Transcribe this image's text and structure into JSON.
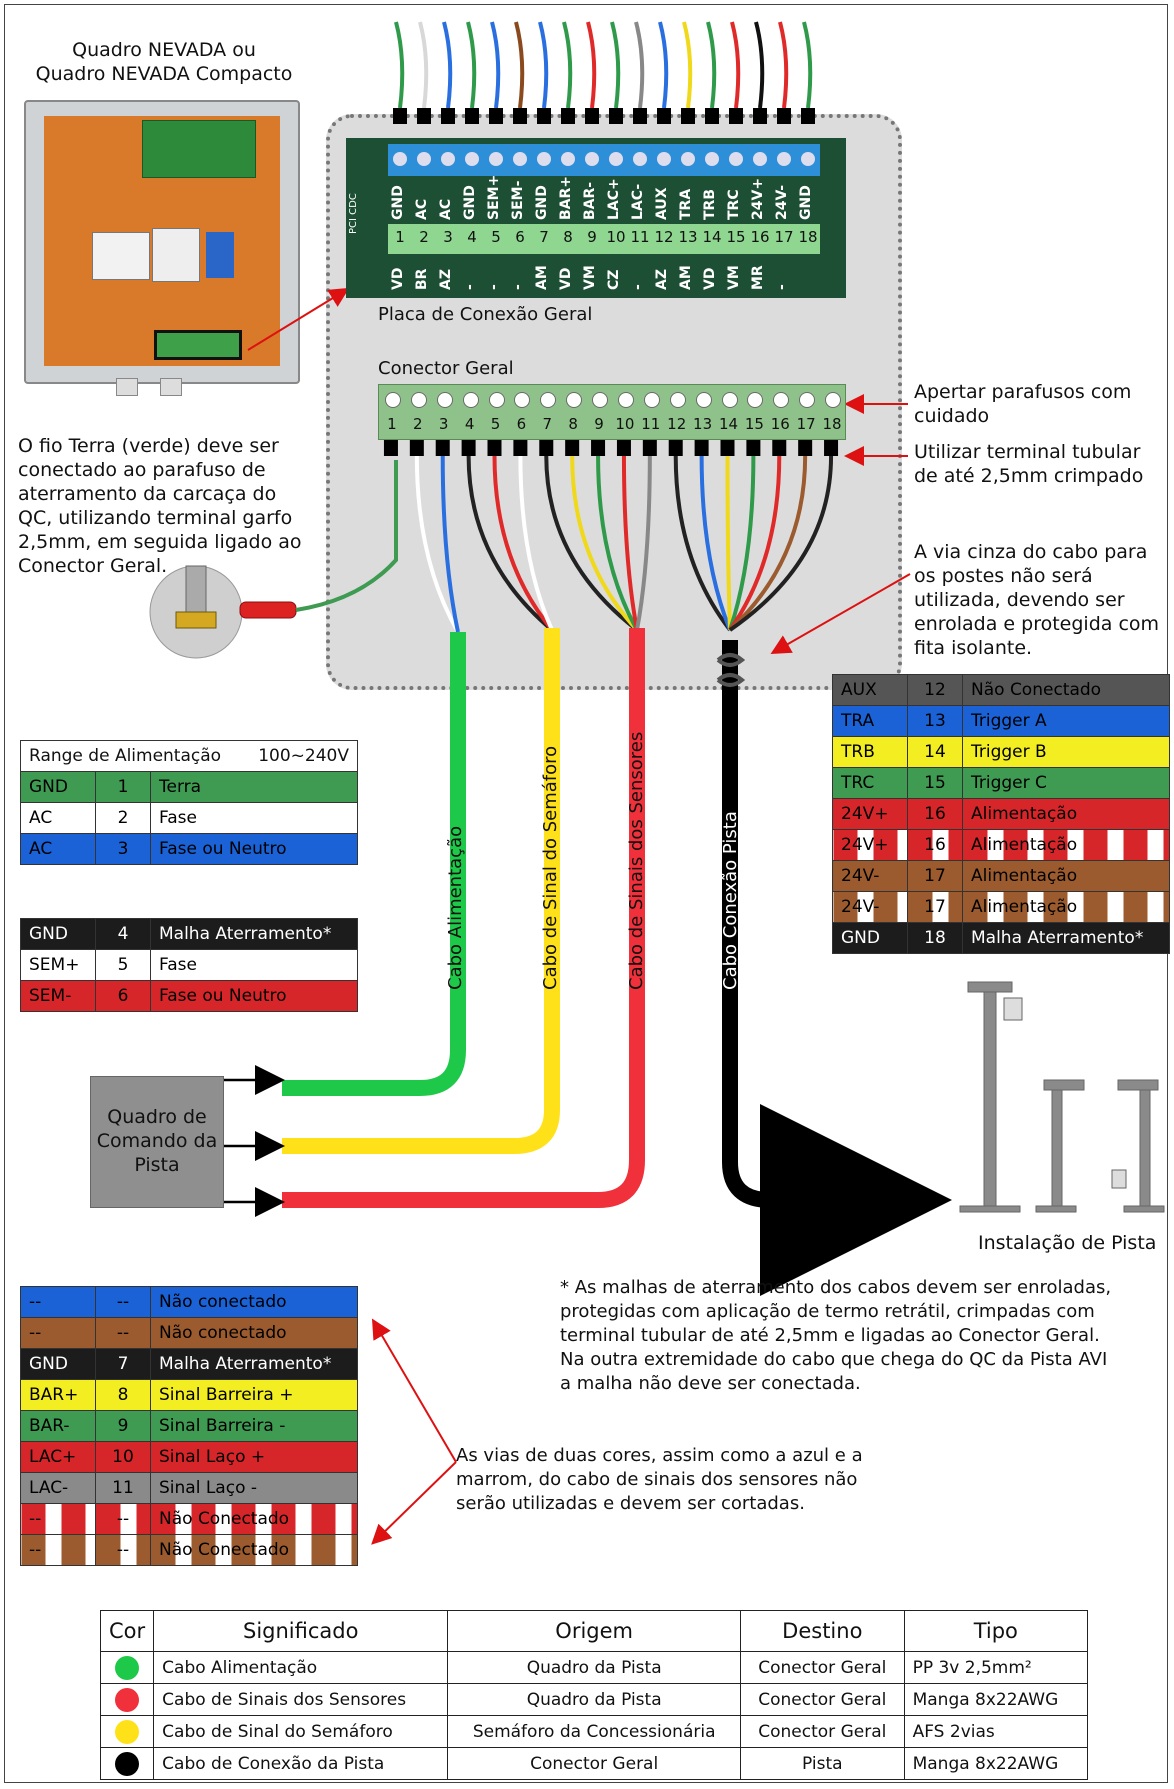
{
  "panel_title": "Quadro NEVADA ou\nQuadro NEVADA Compacto",
  "board": {
    "label": "Placa de Conexão Geral",
    "side_text": "PCI CDC",
    "top_labels": [
      "GND",
      "AC",
      "AC",
      "GND",
      "SEM+",
      "SEM-",
      "GND",
      "BAR+",
      "BAR-",
      "LAC+",
      "LAC-",
      "AUX",
      "TRA",
      "TRB",
      "TRC",
      "24V+",
      "24V-",
      "GND"
    ],
    "numbers": [
      "1",
      "2",
      "3",
      "4",
      "5",
      "6",
      "7",
      "8",
      "9",
      "10",
      "11",
      "12",
      "13",
      "14",
      "15",
      "16",
      "17",
      "18"
    ],
    "bottom_labels": [
      "VD",
      "BR",
      "AZ",
      "-",
      "-",
      "-",
      "AM",
      "VD",
      "VM",
      "CZ",
      "-",
      "AZ",
      "AM",
      "VD",
      "VM",
      "MR",
      "-",
      ""
    ]
  },
  "connector": {
    "label": "Conector Geral",
    "numbers": [
      "1",
      "2",
      "3",
      "4",
      "5",
      "6",
      "7",
      "8",
      "9",
      "10",
      "11",
      "12",
      "13",
      "14",
      "15",
      "16",
      "17",
      "18"
    ]
  },
  "notes": {
    "screws": "Apertar parafusos com\ncuidado",
    "terminal": "Utilizar terminal tubular\nde até 2,5mm crimpado",
    "ground": "O fio Terra (verde) deve ser\nconectado ao parafuso de\naterramento da carcaça do\nQC, utilizando terminal garfo\n2,5mm, em seguida ligado ao\nConector Geral.",
    "gray_wire": "A via cinza do cabo para\nos postes não será\nutilizada, devendo ser\nenrolada e protegida com\nfita isolante.",
    "mesh": "* As malhas de aterramento dos cabos devem ser enroladas,\nprotegidas com aplicação de termo retrátil, crimpadas com\nterminal tubular de até 2,5mm e ligadas ao Conector Geral.\nNa outra extremidade do cabo que chega do QC da Pista AVI\na malha não deve ser conectada.",
    "two_colors": "As vias de duas cores, assim como a azul e a\nmarrom, do cabo de sinais dos sensores não\nserão utilizadas e devem ser cortadas."
  },
  "cables": {
    "power": "Cabo Alimentação",
    "semaphore": "Cabo de Sinal do Semáforo",
    "sensors": "Cabo de Sinais dos Sensores",
    "track": "Cabo Conexão Pista"
  },
  "qc_box": "Quadro de\nComando da\nPista",
  "installation": "Instalação de Pista",
  "power_table": {
    "header_left": "Range de Alimentação",
    "header_right": "100~240V",
    "rows": [
      {
        "code": "GND",
        "pin": "1",
        "desc": "Terra",
        "bg": "#3f9a52",
        "fg": "#000"
      },
      {
        "code": "AC",
        "pin": "2",
        "desc": "Fase",
        "bg": "#ffffff",
        "fg": "#000"
      },
      {
        "code": "AC",
        "pin": "3",
        "desc": "Fase ou Neutro",
        "bg": "#1a62d6",
        "fg": "#000"
      }
    ]
  },
  "sem_table": {
    "rows": [
      {
        "code": "GND",
        "pin": "4",
        "desc": "Malha Aterramento*",
        "bg": "#1c1c1c",
        "fg": "#fff"
      },
      {
        "code": "SEM+",
        "pin": "5",
        "desc": "Fase",
        "bg": "#ffffff",
        "fg": "#000"
      },
      {
        "code": "SEM-",
        "pin": "6",
        "desc": "Fase ou Neutro",
        "bg": "#d7262a",
        "fg": "#000"
      }
    ]
  },
  "aux_table": {
    "rows": [
      {
        "code": "AUX",
        "pin": "12",
        "desc": "Não Conectado",
        "bg": "#555555",
        "fg": "#000",
        "stripe": false
      },
      {
        "code": "TRA",
        "pin": "13",
        "desc": "Trigger A",
        "bg": "#1a62d6",
        "fg": "#000",
        "stripe": false
      },
      {
        "code": "TRB",
        "pin": "14",
        "desc": "Trigger B",
        "bg": "#f3ee22",
        "fg": "#000",
        "stripe": false
      },
      {
        "code": "TRC",
        "pin": "15",
        "desc": "Trigger C",
        "bg": "#3f9a52",
        "fg": "#000",
        "stripe": false
      },
      {
        "code": "24V+",
        "pin": "16",
        "desc": "Alimentação",
        "bg": "#d7262a",
        "fg": "#000",
        "stripe": false
      },
      {
        "code": "24V+",
        "pin": "16",
        "desc": "Alimentação",
        "bg": "#d7262a",
        "fg": "#000",
        "stripe": true
      },
      {
        "code": "24V-",
        "pin": "17",
        "desc": "Alimentação",
        "bg": "#9b5b2e",
        "fg": "#000",
        "stripe": false
      },
      {
        "code": "24V-",
        "pin": "17",
        "desc": "Alimentação",
        "bg": "#9b5b2e",
        "fg": "#000",
        "stripe": true
      },
      {
        "code": "GND",
        "pin": "18",
        "desc": "Malha Aterramento*",
        "bg": "#1c1c1c",
        "fg": "#fff",
        "stripe": false
      }
    ]
  },
  "sensor_table": {
    "rows": [
      {
        "code": "--",
        "pin": "--",
        "desc": "Não conectado",
        "bg": "#1a62d6",
        "fg": "#000",
        "stripe": false
      },
      {
        "code": "--",
        "pin": "--",
        "desc": "Não conectado",
        "bg": "#9b5b2e",
        "fg": "#000",
        "stripe": false
      },
      {
        "code": "GND",
        "pin": "7",
        "desc": "Malha Aterramento*",
        "bg": "#1c1c1c",
        "fg": "#fff",
        "stripe": false
      },
      {
        "code": "BAR+",
        "pin": "8",
        "desc": "Sinal Barreira +",
        "bg": "#f3ee22",
        "fg": "#000",
        "stripe": false
      },
      {
        "code": "BAR-",
        "pin": "9",
        "desc": "Sinal Barreira -",
        "bg": "#3f9a52",
        "fg": "#000",
        "stripe": false
      },
      {
        "code": "LAC+",
        "pin": "10",
        "desc": "Sinal Laço +",
        "bg": "#d7262a",
        "fg": "#000",
        "stripe": false
      },
      {
        "code": "LAC-",
        "pin": "11",
        "desc": "Sinal Laço -",
        "bg": "#8a8a8a",
        "fg": "#000",
        "stripe": false
      },
      {
        "code": "--",
        "pin": "--",
        "desc": "Não Conectado",
        "bg": "#d7262a",
        "fg": "#000",
        "stripe": true
      },
      {
        "code": "--",
        "pin": "--",
        "desc": "Não Conectado",
        "bg": "#9b5b2e",
        "fg": "#000",
        "stripe": true
      }
    ]
  },
  "legend": {
    "headers": [
      "Cor",
      "Significado",
      "Origem",
      "Destino",
      "Tipo"
    ],
    "rows": [
      {
        "color": "#1ec94a",
        "meaning": "Cabo Alimentação",
        "origin": "Quadro da Pista",
        "dest": "Conector Geral",
        "type": "PP 3v 2,5mm²"
      },
      {
        "color": "#f0303a",
        "meaning": "Cabo de Sinais dos Sensores",
        "origin": "Quadro da Pista",
        "dest": "Conector Geral",
        "type": "Manga 8x22AWG"
      },
      {
        "color": "#ffe11a",
        "meaning": "Cabo de Sinal do Semáforo",
        "origin": "Semáforo da Concessionária",
        "dest": "Conector Geral",
        "type": "AFS 2vias"
      },
      {
        "color": "#000000",
        "meaning": "Cabo de Conexão da Pista",
        "origin": "Conector Geral",
        "dest": "Pista",
        "type": "Manga 8x22AWG"
      }
    ]
  },
  "colors": {
    "green_cable": "#1ec94a",
    "yellow_cable": "#ffe11a",
    "red_cable": "#f0303a",
    "black_cable": "#000000",
    "board_green": "#1d4f34",
    "connector_green": "#8fc28a",
    "terminal_blue": "#2c8fd8"
  },
  "top_wire_colors": [
    "#2f9a4a",
    "#d8d8d8",
    "#2a6fe0",
    "#2f9a4a",
    "#2a6fe0",
    "#8a4a1e",
    "#2a6fe0",
    "#2f9a4a",
    "#e02a2a",
    "#2f9a4a",
    "#888888",
    "#2a6fe0",
    "#f0d81a",
    "#2f9a4a",
    "#e02a2a",
    "#111111",
    "#e02a2a",
    "#2f9a4a"
  ],
  "bottom_wire_colors": [
    "#2f9a4a",
    "#ffffff",
    "#2a6fe0",
    "#222222",
    "#e02a2a",
    "#ffffff",
    "#222222",
    "#f0d81a",
    "#2f9a4a",
    "#e02a2a",
    "#888888",
    "#222222",
    "#2a6fe0",
    "#f0d81a",
    "#2f9a4a",
    "#e02a2a",
    "#9b5b2e",
    "#222222"
  ]
}
